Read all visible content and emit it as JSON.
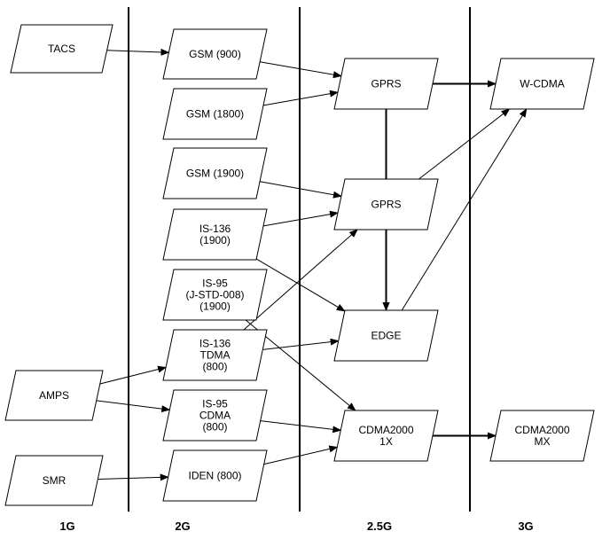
{
  "generations": [
    {
      "id": "g1",
      "label": "1G"
    },
    {
      "id": "g2",
      "label": "2G"
    },
    {
      "id": "g25",
      "label": "2.5G"
    },
    {
      "id": "g3",
      "label": "3G"
    }
  ],
  "nodes": [
    {
      "id": "tacs",
      "lines": [
        "TACS"
      ]
    },
    {
      "id": "amps",
      "lines": [
        "AMPS"
      ]
    },
    {
      "id": "smr",
      "lines": [
        "SMR"
      ]
    },
    {
      "id": "gsm900",
      "lines": [
        "GSM (900)"
      ]
    },
    {
      "id": "gsm1800",
      "lines": [
        "GSM (1800)"
      ]
    },
    {
      "id": "gsm1900",
      "lines": [
        "GSM (1900)"
      ]
    },
    {
      "id": "is136_1900",
      "lines": [
        "IS-136",
        "(1900)"
      ]
    },
    {
      "id": "is95_jstd",
      "lines": [
        "IS-95",
        "(J-STD-008)",
        "(1900)"
      ]
    },
    {
      "id": "is136_tdma",
      "lines": [
        "IS-136",
        "TDMA",
        "(800)"
      ]
    },
    {
      "id": "is95_cdma",
      "lines": [
        "IS-95",
        "CDMA",
        "(800)"
      ]
    },
    {
      "id": "iden",
      "lines": [
        "IDEN (800)"
      ]
    },
    {
      "id": "gprs_a",
      "lines": [
        "GPRS"
      ]
    },
    {
      "id": "gprs_b",
      "lines": [
        "GPRS"
      ]
    },
    {
      "id": "edge",
      "lines": [
        "EDGE"
      ]
    },
    {
      "id": "cdma2000_1x",
      "lines": [
        "CDMA2000",
        "1X"
      ]
    },
    {
      "id": "wcdma",
      "lines": [
        "W-CDMA"
      ]
    },
    {
      "id": "cdma2000_mx",
      "lines": [
        "CDMA2000",
        "MX"
      ]
    }
  ],
  "edges": [
    {
      "from": "tacs",
      "to": "gsm900"
    },
    {
      "from": "gsm900",
      "to": "gprs_a"
    },
    {
      "from": "gsm1800",
      "to": "gprs_a"
    },
    {
      "from": "gprs_a",
      "to": "wcdma"
    },
    {
      "from": "gprs_a",
      "to": "edge"
    },
    {
      "from": "gsm1900",
      "to": "gprs_b"
    },
    {
      "from": "is136_1900",
      "to": "gprs_b"
    },
    {
      "from": "is136_1900",
      "to": "edge"
    },
    {
      "from": "gprs_b",
      "to": "wcdma"
    },
    {
      "from": "gprs_b",
      "to": "edge"
    },
    {
      "from": "edge",
      "to": "wcdma"
    },
    {
      "from": "is95_jstd",
      "to": "cdma2000_1x"
    },
    {
      "from": "is136_tdma",
      "to": "gprs_b"
    },
    {
      "from": "is136_tdma",
      "to": "edge"
    },
    {
      "from": "amps",
      "to": "is136_tdma"
    },
    {
      "from": "amps",
      "to": "is95_cdma"
    },
    {
      "from": "is95_cdma",
      "to": "cdma2000_1x"
    },
    {
      "from": "smr",
      "to": "iden"
    },
    {
      "from": "iden",
      "to": "cdma2000_1x"
    },
    {
      "from": "cdma2000_1x",
      "to": "cdma2000_mx"
    }
  ]
}
